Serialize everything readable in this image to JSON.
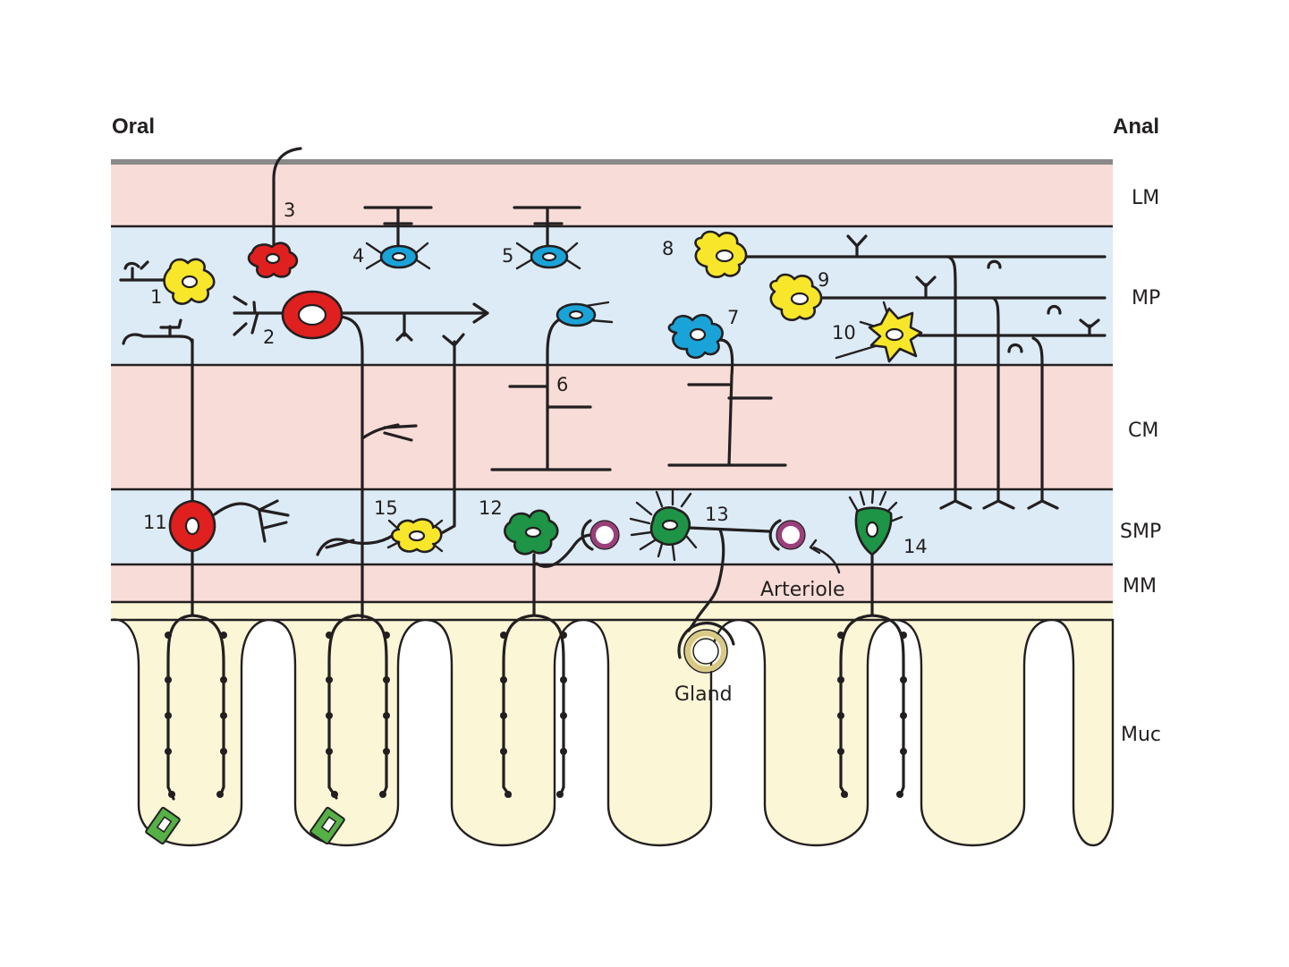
{
  "directions": {
    "oral": "Oral",
    "anal": "Anal"
  },
  "layers": [
    {
      "key": "lm",
      "label": "LM"
    },
    {
      "key": "mp",
      "label": "MP"
    },
    {
      "key": "cm",
      "label": "CM"
    },
    {
      "key": "smp",
      "label": "SMP"
    },
    {
      "key": "mm",
      "label": "MM"
    },
    {
      "key": "muc",
      "label": "Muc"
    }
  ],
  "neurons": [
    {
      "number": "1",
      "color": "#f7e62a"
    },
    {
      "number": "2",
      "color": "#e0201f"
    },
    {
      "number": "3",
      "color": "#e0201f"
    },
    {
      "number": "4",
      "color": "#1aa3d9"
    },
    {
      "number": "5",
      "color": "#1aa3d9"
    },
    {
      "number": "6",
      "color": "#1aa3d9"
    },
    {
      "number": "7",
      "color": "#1aa3d9"
    },
    {
      "number": "8",
      "color": "#f7e62a"
    },
    {
      "number": "9",
      "color": "#f7e62a"
    },
    {
      "number": "10",
      "color": "#f7e62a"
    },
    {
      "number": "11",
      "color": "#e0201f"
    },
    {
      "number": "12",
      "color": "#1e9446"
    },
    {
      "number": "13",
      "color": "#1e9446"
    },
    {
      "number": "14",
      "color": "#1e9446"
    },
    {
      "number": "15",
      "color": "#f7e62a"
    }
  ],
  "structures": {
    "arteriole": "Arteriole",
    "gland": "Gland"
  },
  "colors": {
    "muscle_layer": "#f7dcd8",
    "plexus_layer": "#dcebf5",
    "mucosa": "#fbf6d6",
    "enteroendocrine_cell": "#55b046",
    "arteriole_ring": "#9a3f7a",
    "gland_ring": "#d8c984"
  }
}
